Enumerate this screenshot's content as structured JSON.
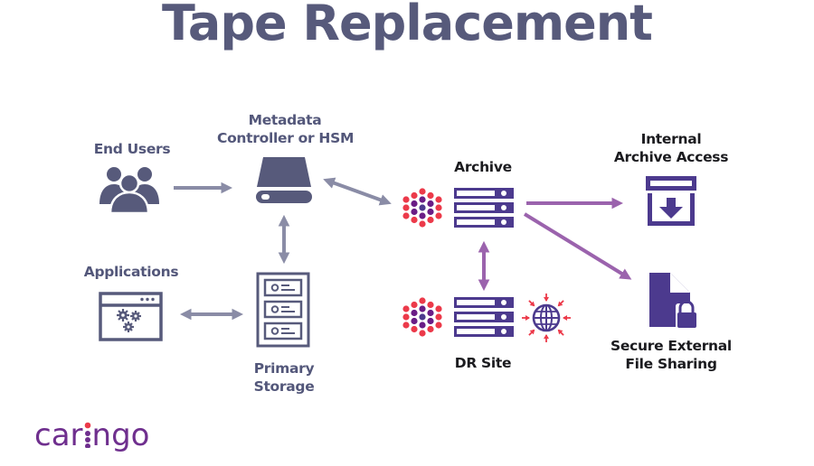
{
  "title": "Tape Replacement",
  "nodes": {
    "end_users": {
      "label": "End Users",
      "icon": "users-icon"
    },
    "metadata_controller": {
      "label_line1": "Metadata",
      "label_line2": "Controller or HSM",
      "icon": "drive-icon"
    },
    "applications": {
      "label": "Applications",
      "icon": "app-window-gears-icon"
    },
    "primary_storage": {
      "label_line1": "Primary",
      "label_line2": "Storage",
      "icon": "storage-rack-icon"
    },
    "archive": {
      "label": "Archive",
      "icon": "server-icon"
    },
    "dr_site": {
      "label": "DR Site",
      "icon": "server-icon"
    },
    "internal_archive_access": {
      "label_line1": "Internal",
      "label_line2": "Archive Access",
      "icon": "archive-download-icon"
    },
    "secure_external_sharing": {
      "label_line1": "Secure External",
      "label_line2": "File Sharing",
      "icon": "file-lock-icon"
    }
  },
  "connections": [
    {
      "from": "End Users",
      "to": "Metadata Controller or HSM",
      "direction": "one-way"
    },
    {
      "from": "Metadata Controller or HSM",
      "to": "Archive",
      "direction": "two-way"
    },
    {
      "from": "Metadata Controller or HSM",
      "to": "Primary Storage",
      "direction": "two-way"
    },
    {
      "from": "Applications",
      "to": "Primary Storage",
      "direction": "two-way"
    },
    {
      "from": "Archive",
      "to": "DR Site",
      "direction": "two-way"
    },
    {
      "from": "Archive",
      "to": "Internal Archive Access",
      "direction": "one-way"
    },
    {
      "from": "Archive",
      "to": "Secure External File Sharing",
      "direction": "one-way"
    }
  ],
  "colors": {
    "slate": "#575a7b",
    "arrow_gray": "#8a8ca6",
    "purple": "#4c3a8e",
    "arrow_purple": "#9b63ad",
    "red": "#ec3a4a",
    "dot_purple": "#6a1d86",
    "logo_purple": "#6f2f8e"
  },
  "logo": {
    "text_before": "car",
    "text_after": "ngo"
  }
}
